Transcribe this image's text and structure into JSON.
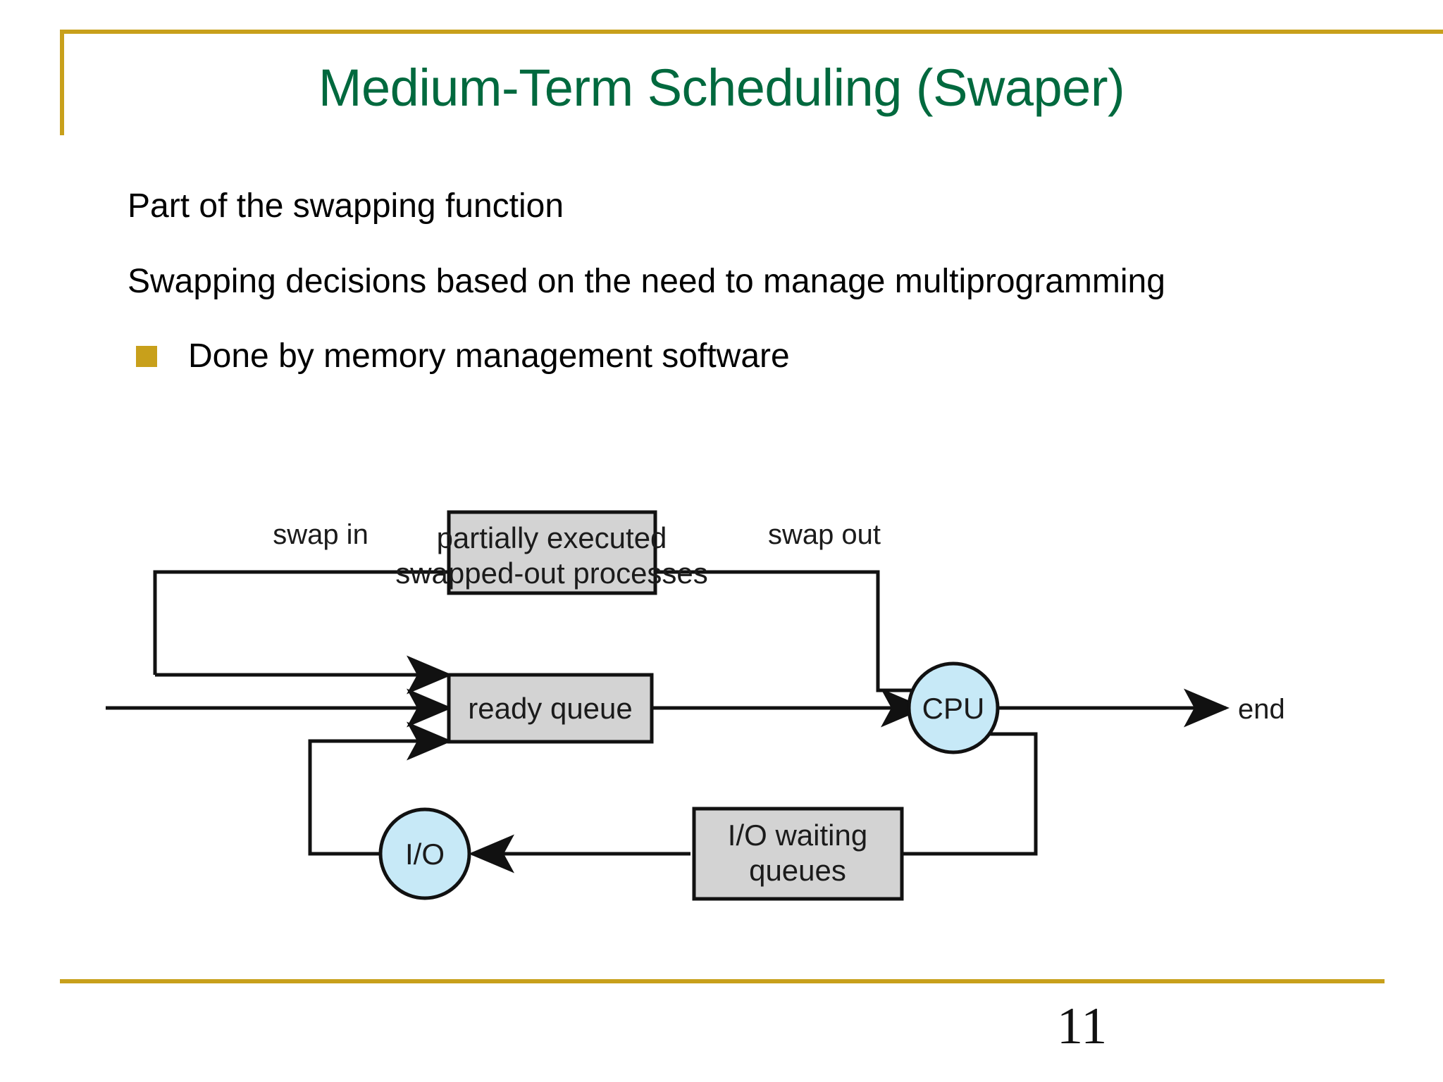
{
  "slide": {
    "title": "Medium-Term Scheduling (Swaper)",
    "page_number": "11",
    "accent_color": "#c8a01b",
    "title_color": "#00693e"
  },
  "body": {
    "lines": [
      "Part of the swapping function",
      "Swapping decisions based on the need to manage multiprogramming"
    ],
    "bullets": [
      {
        "marker": "square-bullet",
        "text": "Done by memory management software"
      }
    ]
  },
  "diagram": {
    "caption_labels": {
      "swap_in": "swap in",
      "swap_out": "swap out",
      "end": "end"
    },
    "nodes": [
      {
        "id": "swapped-out-box",
        "shape": "rect",
        "fill": "#d3d3d3",
        "lines": [
          "partially executed",
          "swapped-out processes"
        ]
      },
      {
        "id": "ready-queue-box",
        "shape": "rect",
        "fill": "#d3d3d3",
        "lines": [
          "ready queue"
        ]
      },
      {
        "id": "cpu-circle",
        "shape": "circle",
        "fill": "#c7e9f7",
        "lines": [
          "CPU"
        ]
      },
      {
        "id": "io-circle",
        "shape": "circle",
        "fill": "#c7e9f7",
        "lines": [
          "I/O"
        ]
      },
      {
        "id": "io-waiting-box",
        "shape": "rect",
        "fill": "#d3d3d3",
        "lines": [
          "I/O waiting",
          "queues"
        ]
      }
    ],
    "edges": [
      {
        "from": "swapped-out-box",
        "to": "ready-queue-box",
        "label": "swap in"
      },
      {
        "from": "cpu-circle",
        "to": "swapped-out-box",
        "label": "swap out"
      },
      {
        "from": "external-entry",
        "to": "ready-queue-box",
        "label": ""
      },
      {
        "from": "io-circle",
        "to": "ready-queue-box",
        "label": ""
      },
      {
        "from": "ready-queue-box",
        "to": "cpu-circle",
        "label": ""
      },
      {
        "from": "cpu-circle",
        "to": "end",
        "label": "end"
      },
      {
        "from": "cpu-circle",
        "to": "io-waiting-box",
        "label": ""
      },
      {
        "from": "io-waiting-box",
        "to": "io-circle",
        "label": ""
      }
    ]
  }
}
